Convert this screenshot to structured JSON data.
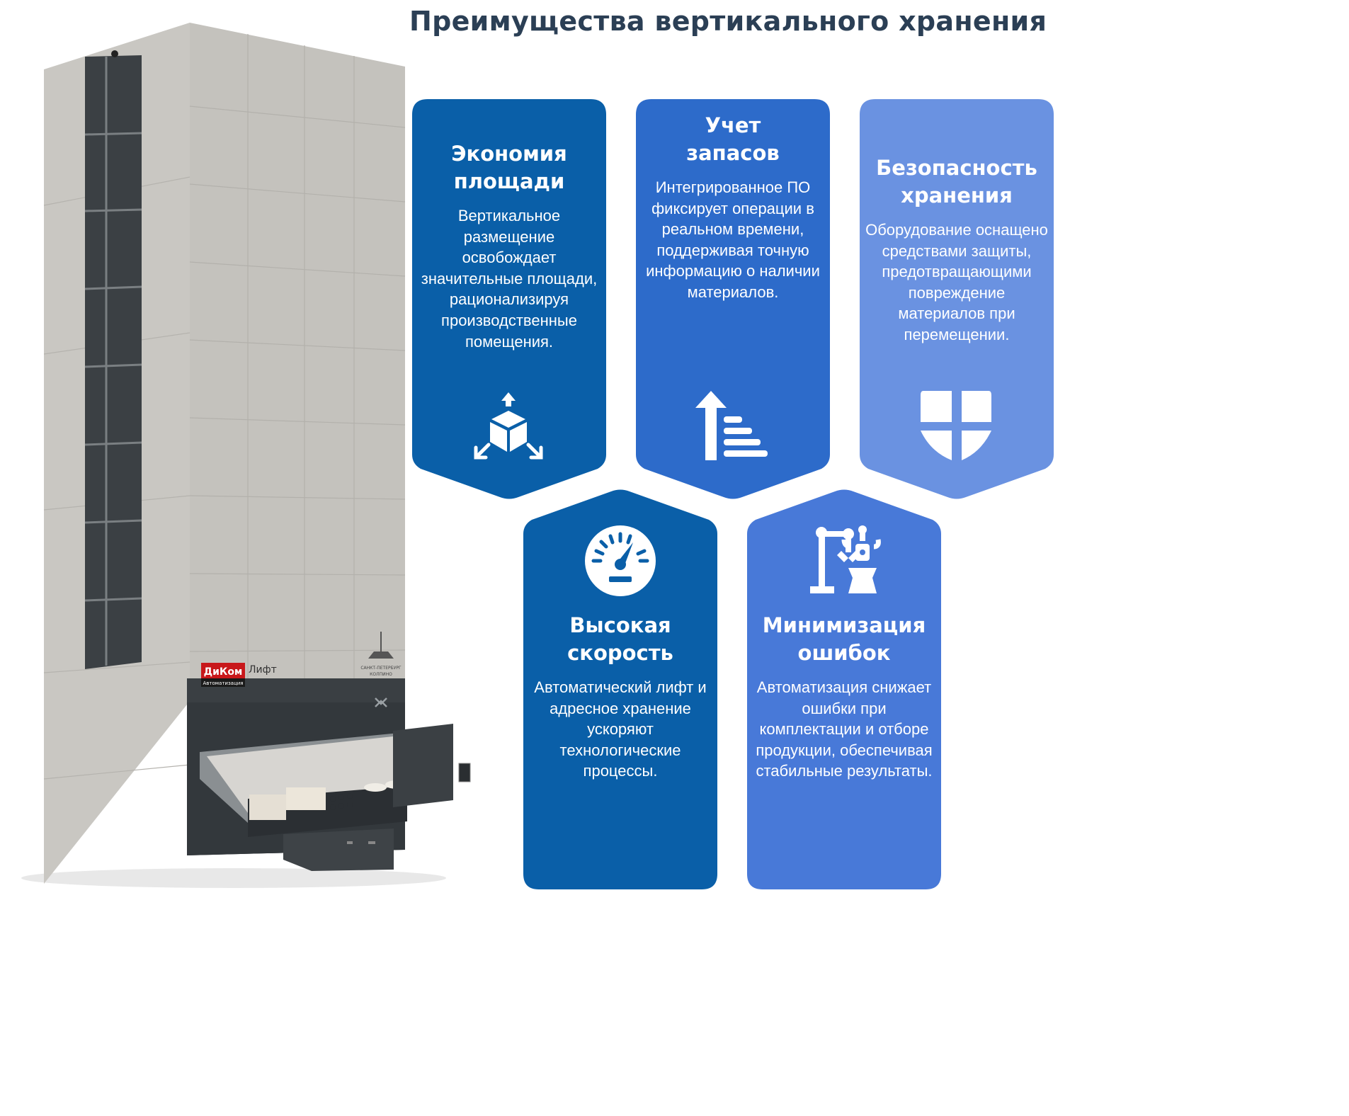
{
  "title": "Преимущества вертикального хранения",
  "product": {
    "brand": "ДиКом",
    "brand_sub": "Автоматизация",
    "model": "Лифт",
    "city_line1": "САНКТ-ПЕТЕРБУРГ",
    "city_line2": "КОЛПИНО"
  },
  "cards": [
    {
      "title": [
        "Экономия",
        "площади"
      ],
      "text": "Вертикальное размещение освобождает значительные площади, рационализируя производственные помещения.",
      "icon": "expand-box-icon",
      "color": "#0a5fa8"
    },
    {
      "title": [
        "Учет",
        "запасов"
      ],
      "text": "Интегрированное ПО фиксирует операции в реальном времени, поддерживая точную информацию о наличии материалов.",
      "icon": "inventory-stack-icon",
      "color": "#2d6bca"
    },
    {
      "title": [
        "Безопасность",
        "хранения"
      ],
      "text": "Оборудование оснащено средствами защиты, предотвращающими повреждение материалов при перемещении.",
      "icon": "shield-icon",
      "color": "#6a92e1"
    },
    {
      "title": [
        "Высокая",
        "скорость"
      ],
      "text": "Автоматический лифт и адресное хранение ускоряют технологические процессы.",
      "icon": "speedometer-icon",
      "color": "#0a5fa8"
    },
    {
      "title": [
        "Минимизация",
        "ошибок"
      ],
      "text": "Автоматизация снижает ошибки при комплектации и отборе продукции, обеспечивая стабильные результаты.",
      "icon": "robot-arm-icon",
      "color": "#4879d8"
    }
  ]
}
